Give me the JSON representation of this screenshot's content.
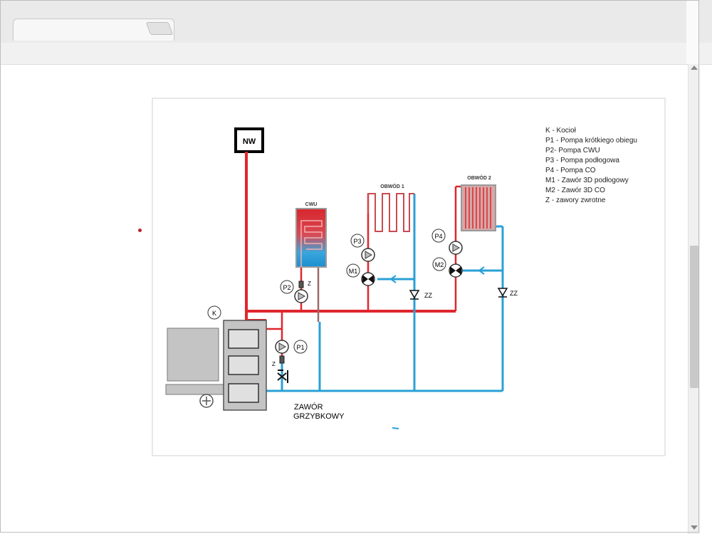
{
  "colors": {
    "hot": "#e0262d",
    "cold": "#2aa0d6",
    "gray_pipe": "#9a6a6a",
    "device_gray": "#c4c4c4"
  },
  "diagram": {
    "nw_label": "NW",
    "cwu_label": "CWU",
    "obwod1_label": "OBWÓD 1",
    "obwod2_label": "OBWÓD 2",
    "k_label": "K",
    "p1_label": "P1",
    "p2_label": "P2",
    "p3_label": "P3",
    "p4_label": "P4",
    "m1_label": "M1",
    "m2_label": "M2",
    "z_label_top": "Z",
    "z_label_bottom": "Z",
    "zz_label_1": "ZZ",
    "zz_label_2": "ZZ",
    "zawor_line1": "ZAWÓR",
    "zawor_line2": "GRZYBKOWY"
  },
  "legend": {
    "items": [
      "K - Kocioł",
      "P1 - Pompa krótkiego obiegu",
      "P2- Pompa CWU",
      "P3 - Pompa podłogowa",
      "P4 - Pompa CO",
      "M1 - Zawór 3D podłogowy",
      "M2 - Zawór 3D CO",
      "Z - zawory zwrotne"
    ]
  }
}
